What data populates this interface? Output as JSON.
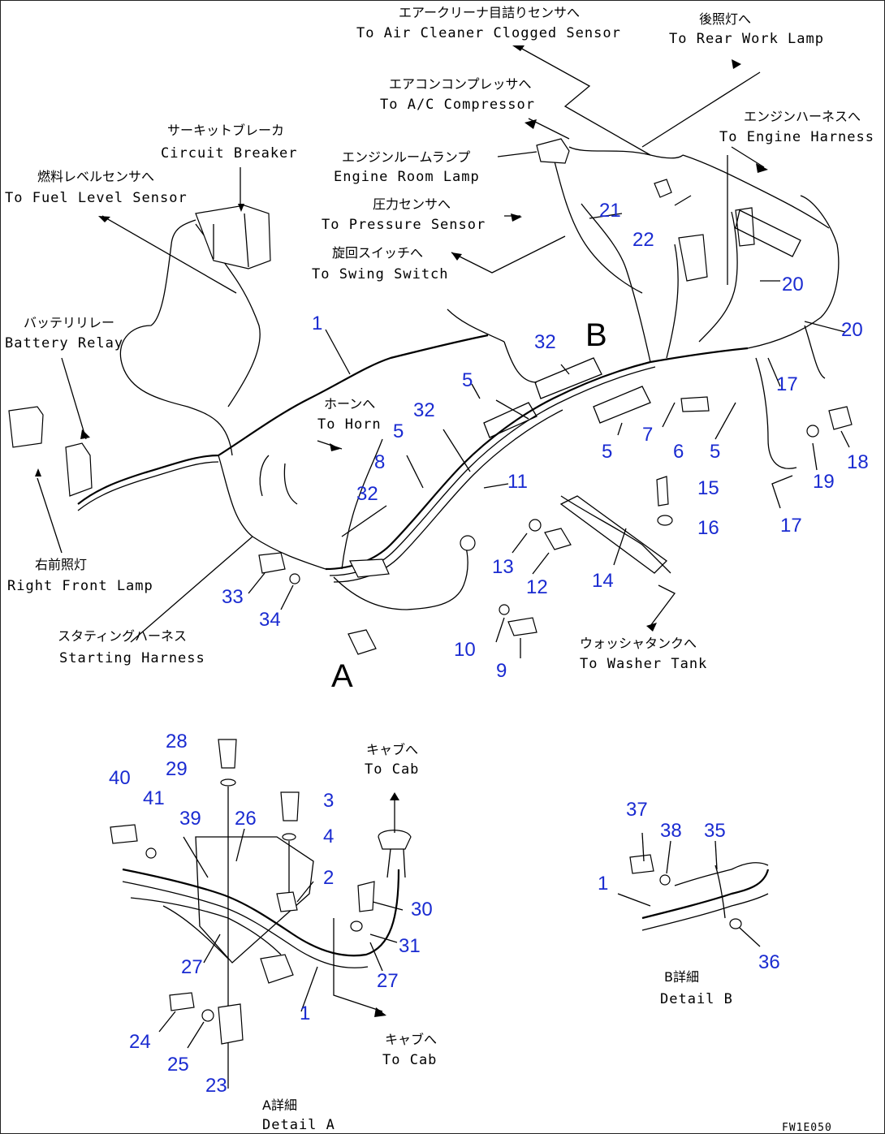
{
  "labels": {
    "air_cleaner": {
      "jp": "エアークリーナ目詰りセンサへ",
      "en": "To Air Cleaner Clogged Sensor"
    },
    "rear_work_lamp": {
      "jp": "後照灯へ",
      "en": "To Rear Work Lamp"
    },
    "ac_compressor": {
      "jp": "エアコンコンプレッサへ",
      "en": "To A/C Compressor"
    },
    "engine_harness": {
      "jp": "エンジンハーネスへ",
      "en": "To Engine Harness"
    },
    "circuit_breaker": {
      "jp": "サーキットブレーカ",
      "en": "Circuit Breaker"
    },
    "engine_room_lamp": {
      "jp": "エンジンルームランプ",
      "en": "Engine Room Lamp"
    },
    "fuel_level": {
      "jp": "燃料レベルセンサへ",
      "en": "To Fuel Level Sensor"
    },
    "pressure_sensor": {
      "jp": "圧力センサへ",
      "en": "To Pressure Sensor"
    },
    "swing_switch": {
      "jp": "旋回スイッチへ",
      "en": "To Swing Switch"
    },
    "battery_relay": {
      "jp": "バッテリリレー",
      "en": "Battery Relay"
    },
    "horn": {
      "jp": "ホーンへ",
      "en": "To Horn"
    },
    "right_front_lamp": {
      "jp": "右前照灯",
      "en": "Right Front Lamp"
    },
    "starting_harness": {
      "jp": "スタティングハーネス",
      "en": "Starting Harness"
    },
    "washer_tank": {
      "jp": "ウォッシャタンクへ",
      "en": "To Washer Tank"
    },
    "to_cab_top": {
      "jp": "キャブへ",
      "en": "To Cab"
    },
    "to_cab_bottom": {
      "jp": "キャブへ",
      "en": "To Cab"
    },
    "detail_a": {
      "jp": "A詳細",
      "en": "Detail A"
    },
    "detail_b": {
      "jp": "B詳細",
      "en": "Detail B"
    },
    "view_a": "A",
    "view_b": "B",
    "drawing_code": "FW1E050"
  },
  "callouts": [
    "1",
    "1",
    "1",
    "2",
    "3",
    "4",
    "5",
    "5",
    "5",
    "5",
    "6",
    "7",
    "8",
    "9",
    "10",
    "11",
    "12",
    "13",
    "14",
    "15",
    "16",
    "17",
    "17",
    "18",
    "19",
    "20",
    "20",
    "21",
    "22",
    "23",
    "24",
    "25",
    "26",
    "27",
    "27",
    "28",
    "29",
    "30",
    "31",
    "32",
    "32",
    "32",
    "33",
    "34",
    "35",
    "36",
    "37",
    "38",
    "39",
    "40",
    "41"
  ]
}
